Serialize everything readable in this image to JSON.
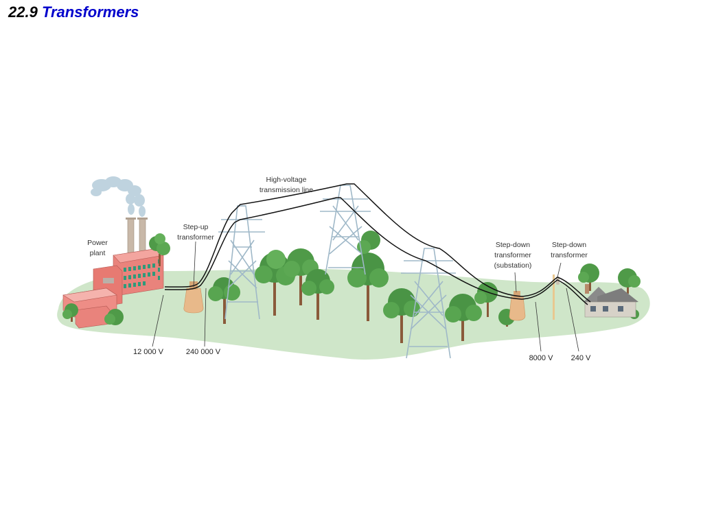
{
  "slide": {
    "number": "22.9",
    "title": "Transformers"
  },
  "labels": {
    "power_plant_1": "Power",
    "power_plant_2": "plant",
    "step_up_1": "Step-up",
    "step_up_2": "transformer",
    "hv_line_1": "High-voltage",
    "hv_line_2": "transmission line",
    "substation_1": "Step-down",
    "substation_2": "transformer",
    "substation_3": "(substation)",
    "step_down_1": "Step-down",
    "step_down_2": "transformer"
  },
  "voltages": {
    "plant": "12 000 V",
    "step_up": "240 000 V",
    "substation": "8000 V",
    "house": "240 V"
  },
  "colors": {
    "title_number": "#000000",
    "title_text": "#0000cc",
    "ground": "#cfe6c9",
    "tower": "#9fb8c8",
    "factory": "#e9837c",
    "window": "#2f9a7a",
    "transformer": "#e8b98a",
    "tree": "#4f9a48",
    "trunk": "#8a5a3a",
    "smoke": "#b9cfdc"
  }
}
